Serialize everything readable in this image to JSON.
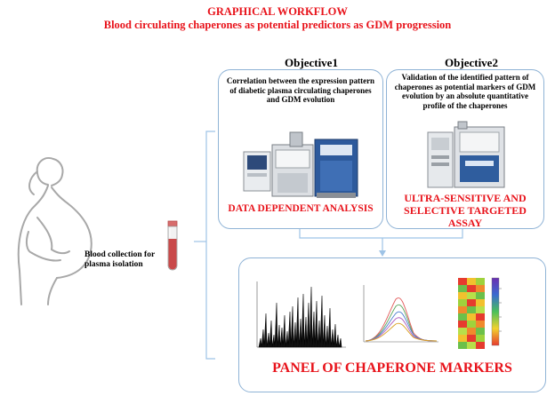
{
  "header": {
    "title": "GRAPHICAL WORKFLOW",
    "subtitle": "Blood circulating chaperones as potential predictors as GDM progression",
    "color": "#e8131b"
  },
  "left": {
    "blood_label": "Blood collection for plasma isolation"
  },
  "objective1": {
    "label": "Objective1",
    "description": "Correlation between the expression pattern of diabetic plasma circulating chaperones and GDM evolution",
    "method": "DATA DEPENDENT ANALYSIS"
  },
  "objective2": {
    "label": "Objective2",
    "description": "Validation of the identified pattern of chaperones as potential markers of GDM evolution by an absolute quantitative profile of the chaperones",
    "method": "ULTRA-SENSITIVE AND SELECTIVE TARGETED ASSAY"
  },
  "result": {
    "label": "PANEL OF CHAPERONE MARKERS"
  },
  "colors": {
    "panel_border": "#8fb3d6",
    "arrow": "#9ec3e6",
    "accent_red": "#e8131b"
  },
  "icons": [
    "pregnant-woman-icon",
    "blood-tube-icon",
    "mass-spectrometer-icon",
    "mass-spectrometer-icon",
    "spectrum-plot-icon",
    "chromatogram-plot-icon",
    "heatmap-icon"
  ]
}
